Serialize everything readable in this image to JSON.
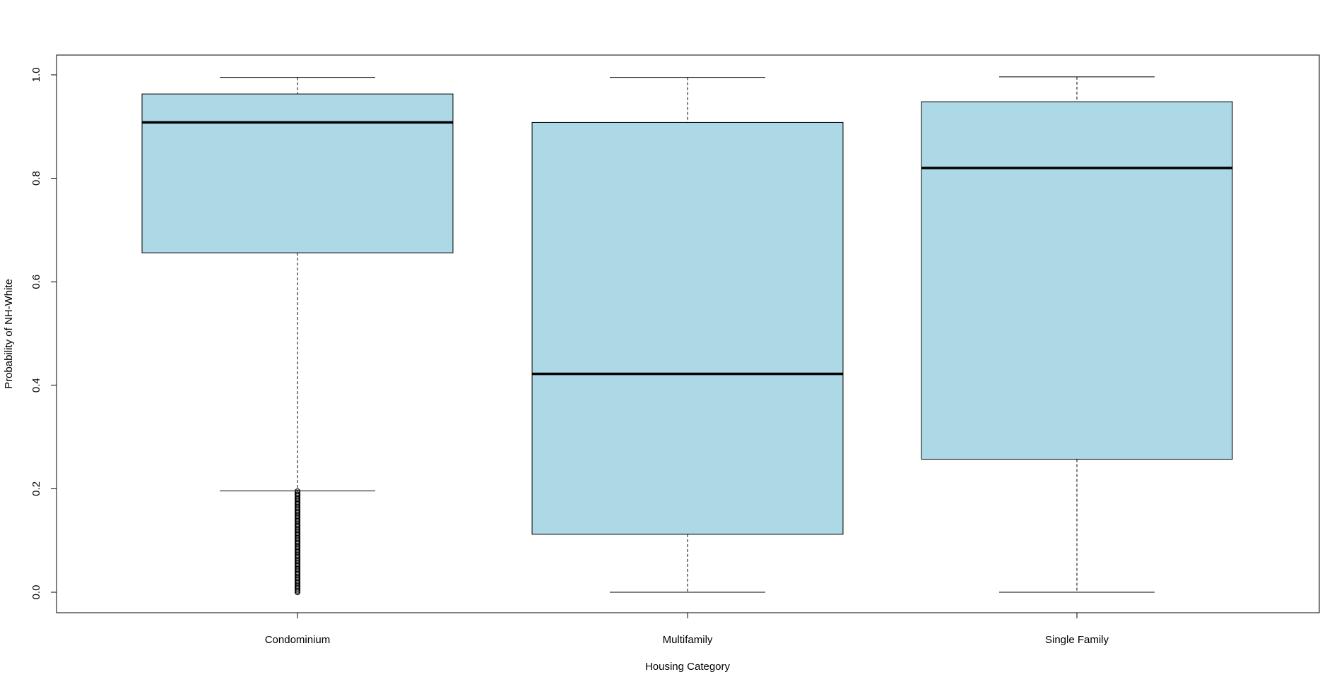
{
  "chart_data": {
    "type": "boxplot",
    "title": "",
    "xlabel": "Housing Category",
    "ylabel": "Probability of NH-White",
    "ylim": [
      -0.039,
      1.038
    ],
    "yticks": [
      "0.0",
      "0.2",
      "0.4",
      "0.6",
      "0.8",
      "1.0"
    ],
    "ytick_values": [
      0,
      0.2,
      0.4,
      0.6,
      0.8,
      1.0
    ],
    "fill_color": "#add8e6",
    "categories": [
      "Condominium",
      "Multifamily",
      "Single Family"
    ],
    "boxes": [
      {
        "name": "Condominium",
        "whisker_low": 0.196,
        "q1": 0.656,
        "median": 0.908,
        "q3": 0.963,
        "whisker_high": 0.995,
        "outliers_range": [
          0.0,
          0.195
        ]
      },
      {
        "name": "Multifamily",
        "whisker_low": 0.0,
        "q1": 0.112,
        "median": 0.422,
        "q3": 0.908,
        "whisker_high": 0.995,
        "outliers_range": null
      },
      {
        "name": "Single Family",
        "whisker_low": 0.0,
        "q1": 0.257,
        "median": 0.82,
        "q3": 0.948,
        "whisker_high": 0.996,
        "outliers_range": null
      }
    ]
  }
}
